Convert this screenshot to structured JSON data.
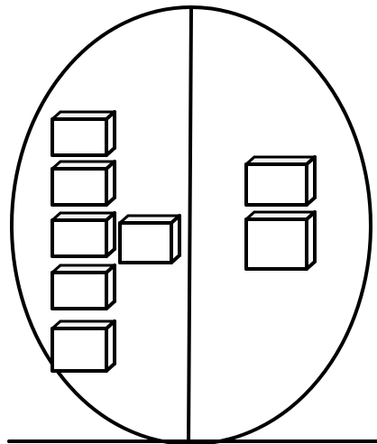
{
  "diagram": {
    "type": "place-value-cube-diagram",
    "left_region": {
      "vertical_cubes": 5,
      "side_cubes": 1
    },
    "right_region": {
      "vertical_cubes": 2
    }
  }
}
